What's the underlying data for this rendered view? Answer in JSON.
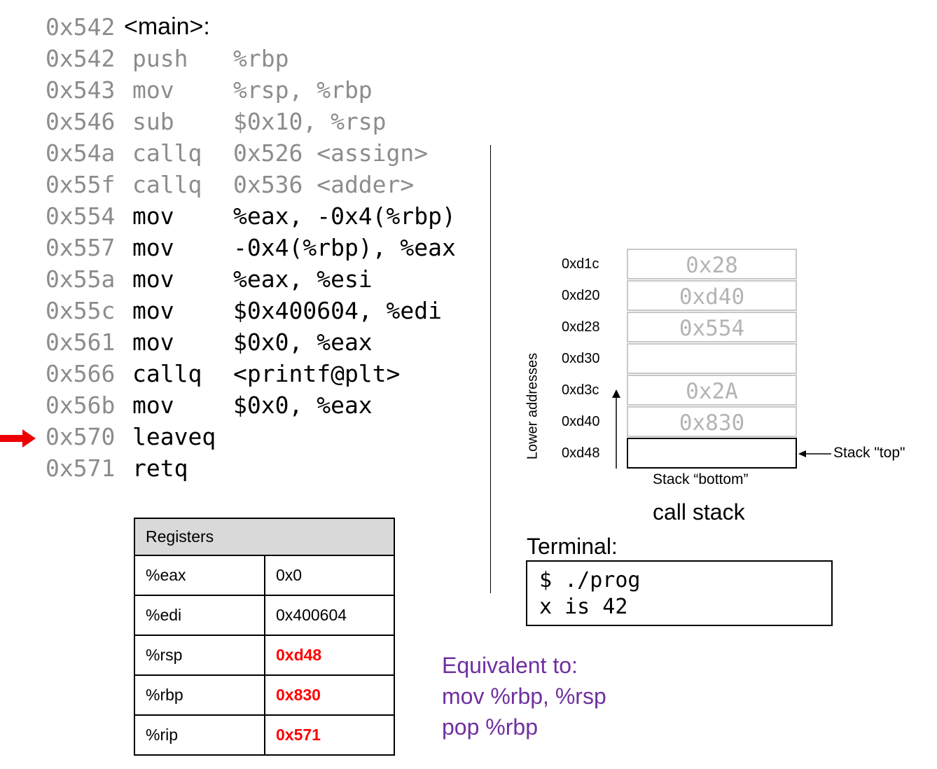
{
  "disassembly": {
    "header": {
      "address": "0x542",
      "label": "<main>:"
    },
    "lines": [
      {
        "address": "0x542",
        "op": "push",
        "args": "%rbp",
        "emphasized": false
      },
      {
        "address": "0x543",
        "op": "mov",
        "args": "%rsp, %rbp",
        "emphasized": false
      },
      {
        "address": "0x546",
        "op": "sub",
        "args": "$0x10, %rsp",
        "emphasized": false
      },
      {
        "address": "0x54a",
        "op": "callq",
        "args": "0x526 <assign>",
        "emphasized": false
      },
      {
        "address": "0x55f",
        "op": "callq",
        "args": "0x536 <adder>",
        "emphasized": false
      },
      {
        "address": "0x554",
        "op": "mov",
        "args": "%eax, -0x4(%rbp)",
        "emphasized": true
      },
      {
        "address": "0x557",
        "op": "mov",
        "args": "-0x4(%rbp), %eax",
        "emphasized": true
      },
      {
        "address": "0x55a",
        "op": "mov",
        "args": "%eax, %esi",
        "emphasized": true
      },
      {
        "address": "0x55c",
        "op": "mov",
        "args": "$0x400604, %edi",
        "emphasized": true
      },
      {
        "address": "0x561",
        "op": "mov",
        "args": "$0x0, %eax",
        "emphasized": true
      },
      {
        "address": "0x566",
        "op": "callq",
        "args": "<printf@plt>",
        "emphasized": true
      },
      {
        "address": "0x56b",
        "op": "mov",
        "args": "$0x0, %eax",
        "emphasized": true
      },
      {
        "address": "0x570",
        "op": "leaveq",
        "args": "",
        "emphasized": true
      },
      {
        "address": "0x571",
        "op": "retq",
        "args": "",
        "emphasized": true
      }
    ],
    "current_line_index": 12,
    "arrow_color": "#ee0000"
  },
  "stack": {
    "rows": [
      {
        "address": "0xd1c",
        "value": "0x28"
      },
      {
        "address": "0xd20",
        "value": "0xd40"
      },
      {
        "address": "0xd28",
        "value": "0x554"
      },
      {
        "address": "0xd30",
        "value": ""
      },
      {
        "address": "0xd3c",
        "value": "0x2A"
      },
      {
        "address": "0xd40",
        "value": "0x830"
      },
      {
        "address": "0xd48",
        "value": ""
      }
    ],
    "axis_label": "Lower addresses",
    "top_label": "Stack \"top\"",
    "bottom_label": "Stack “bottom”",
    "title": "call stack"
  },
  "terminal": {
    "label": "Terminal:",
    "lines": [
      "$ ./prog",
      "x is 42"
    ]
  },
  "equivalent": {
    "heading": "Equivalent to:",
    "lines": [
      "mov %rbp, %rsp",
      "pop %rbp"
    ],
    "color": "#7030a0"
  },
  "registers": {
    "title": "Registers",
    "rows": [
      {
        "name": "%eax",
        "value": "0x0",
        "changed": false
      },
      {
        "name": "%edi",
        "value": "0x400604",
        "changed": false
      },
      {
        "name": "%rsp",
        "value": "0xd48",
        "changed": true
      },
      {
        "name": "%rbp",
        "value": "0x830",
        "changed": true
      },
      {
        "name": "%rip",
        "value": "0x571",
        "changed": true
      }
    ],
    "changed_color": "#ff0000"
  }
}
